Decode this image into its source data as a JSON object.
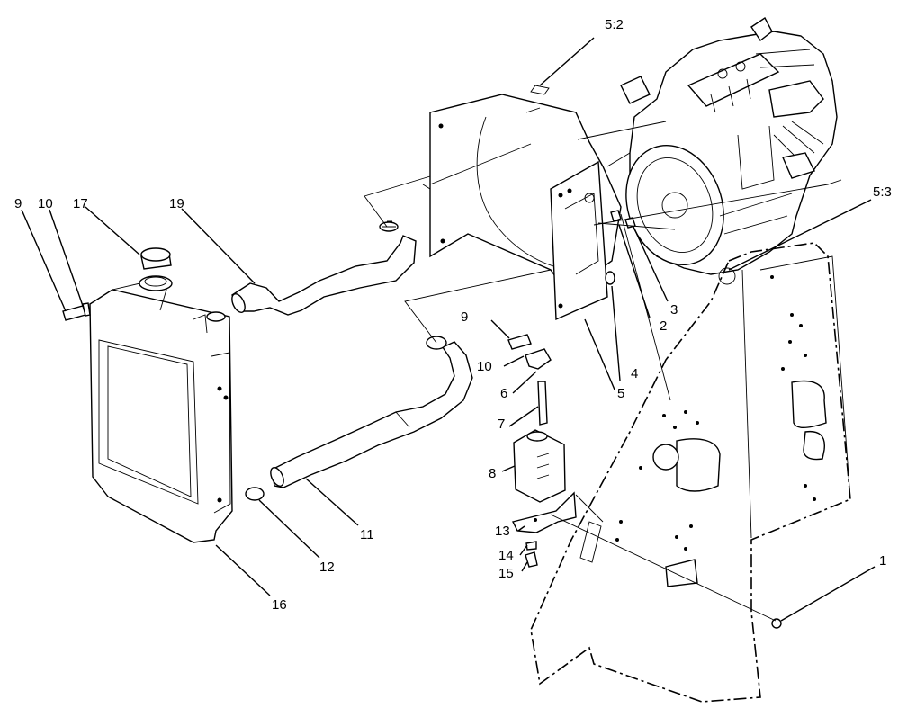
{
  "callouts": [
    "9",
    "10",
    "17",
    "19",
    "5:2",
    "5:3",
    "3",
    "2",
    "9",
    "10",
    "6",
    "4",
    "5",
    "7",
    "8",
    "11",
    "12",
    "13",
    "14",
    "15",
    "16",
    "1"
  ]
}
